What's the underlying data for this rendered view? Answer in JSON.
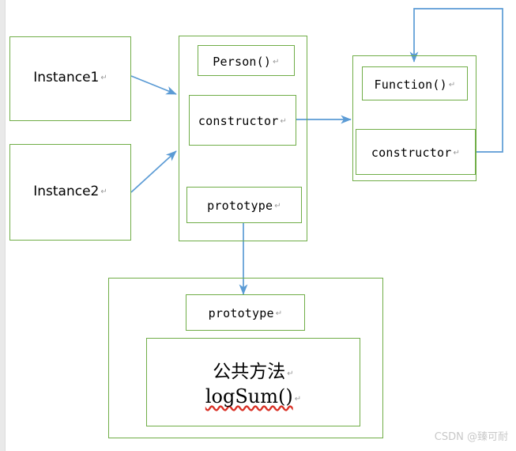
{
  "diagram": {
    "title": "JavaScript prototype chain diagram",
    "colors": {
      "box_border": "#70AD47",
      "arrow": "#5B9BD5",
      "text": "#000000",
      "pilcrow": "#9A9A9A",
      "spellcheck_underline": "#D93025",
      "watermark": "#C8C8C8",
      "background": "#FFFFFF"
    },
    "pilcrow_mark": "↵",
    "nodes": {
      "instance1": {
        "label": "Instance1"
      },
      "instance2": {
        "label": "Instance2"
      },
      "person_group": {
        "person": {
          "label": "Person()"
        },
        "constructor": {
          "label": "constructor"
        },
        "prototype": {
          "label": "prototype"
        }
      },
      "function_group": {
        "function": {
          "label": "Function()"
        },
        "constructor": {
          "label": "constructor"
        }
      },
      "prototype_group": {
        "prototype": {
          "label": "prototype"
        },
        "public_methods": {
          "label": "公共方法"
        },
        "log_sum": {
          "label": "logSum()"
        }
      }
    },
    "edges": [
      {
        "name": "instance1-to-person",
        "from": "instance1",
        "to": "person_group"
      },
      {
        "name": "instance2-to-person",
        "from": "instance2",
        "to": "person_group"
      },
      {
        "name": "person-constructor-to-function",
        "from": "person_group.constructor",
        "to": "function_group"
      },
      {
        "name": "function-constructor-loop-to-function",
        "from": "function_group.constructor",
        "to": "function_group.function"
      },
      {
        "name": "person-prototype-to-prototype-group",
        "from": "person_group.prototype",
        "to": "prototype_group"
      }
    ]
  },
  "watermark": {
    "text": "CSDN @臻可耐"
  }
}
